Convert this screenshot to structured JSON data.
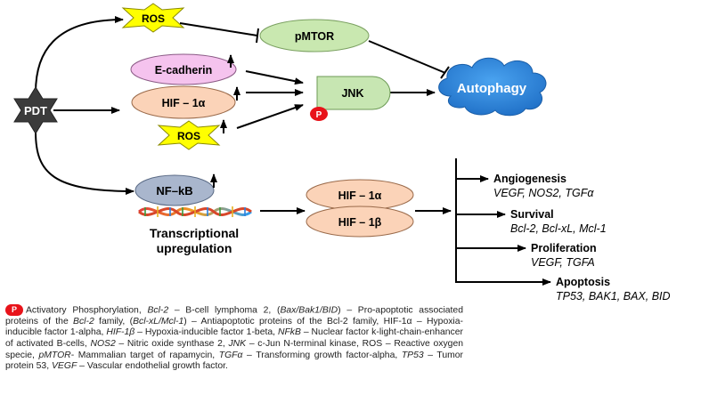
{
  "nodes": {
    "pdt": "PDT",
    "ros_top": "ROS",
    "pmtor": "pMTOR",
    "ecadherin": "E-cadherin",
    "hif1a_mid": "HIF – 1α",
    "ros_mid": "ROS",
    "jnk": "JNK",
    "phospho_marker": "P",
    "autophagy": "Autophagy",
    "nfkb": "NF–kB",
    "transcriptional_line1": "Transcriptional",
    "transcriptional_line2": "upregulation",
    "hif1a_low": "HIF – 1α",
    "hif1b_low": "HIF – 1β"
  },
  "outcomes": [
    {
      "title": "Angiogenesis",
      "genes": "VEGF, NOS2, TGFα"
    },
    {
      "title": "Survival",
      "genes": "Bcl-2, Bcl-xL, Mcl-1"
    },
    {
      "title": "Proliferation",
      "genes": "VEGF, TGFA"
    },
    {
      "title": "Apoptosis",
      "genes": "TP53, BAK1, BAX, BID"
    }
  ],
  "legend": {
    "badge": "P",
    "s01": "Activatory Phosphorylation, ",
    "s02": "Bcl-2",
    "s03": " – B-cell lymphoma 2, (",
    "s04": "Bax/Bak1/BID",
    "s05": ") – Pro-apoptotic associated proteins of the ",
    "s06": "Bcl-2",
    "s07": " family, (",
    "s08": "Bcl-xL/Mcl-1",
    "s09": ") – Antiapoptotic proteins of the Bcl-2 family, HIF-1α – Hypoxia-inducible factor 1-alpha, ",
    "s10": "HIF-1β",
    "s11": " – Hypoxia-inducible factor 1-beta, ",
    "s12": "NFkB",
    "s13": " – Nuclear factor k-light-chain-enhancer of activated B-cells, ",
    "s14": "NOS2",
    "s15": " – Nitric oxide synthase 2, ",
    "s16": "JNK",
    "s17": " – c-Jun N-terminal kinase, ROS – Reactive oxygen specie, ",
    "s18": "pMTOR",
    "s19": "- Mammalian target of rapamycin, ",
    "s20": "TGFα",
    "s21": " – Transforming growth factor-alpha, ",
    "s22": "TP53",
    "s23": " – Tumor protein 53, ",
    "s24": "VEGF",
    "s25": " – Vascular endothelial growth factor."
  },
  "colors": {
    "star_yellow": "#ffff00",
    "star_outline": "#8a8a00",
    "pmtor_green": "#c9e8b0",
    "ecadherin_pink": "#f5c3ee",
    "hif_orange": "#fbd3b8",
    "jnk_green": "#c7e6b2",
    "nfkb_blue": "#a9b6cd",
    "autophagy_blue": "#2f86dd",
    "pdt_dark": "#3b3b3b",
    "phospho_red": "#e8131a"
  }
}
